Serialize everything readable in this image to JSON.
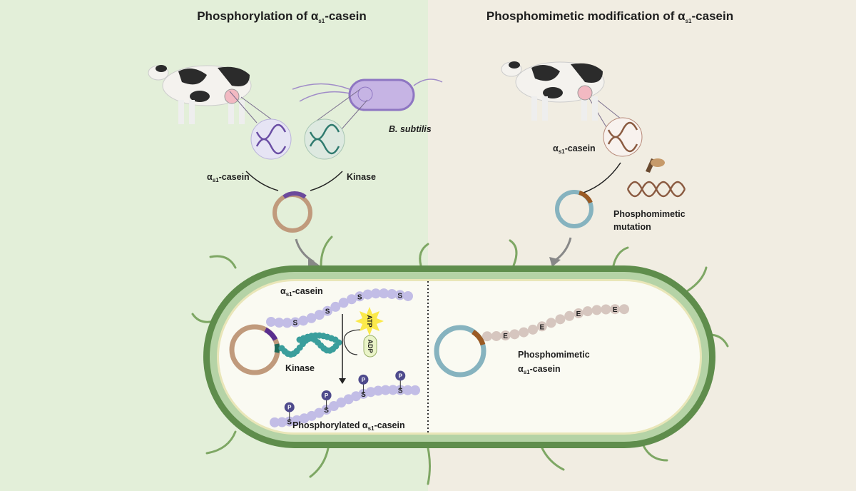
{
  "left": {
    "title": {
      "pre": "Phosphorylation of α",
      "sub": "s1",
      "post": "-casein"
    },
    "bacterium_label": "B. subtilis",
    "casein_label": {
      "pre": "α",
      "sub": "s1",
      "post": "-casein"
    },
    "kinase_label": "Kinase",
    "cell": {
      "casein_label": {
        "pre": "α",
        "sub": "s1",
        "post": "-casein"
      },
      "kinase_label": "Kinase",
      "atp": "ATP",
      "adp": "ADP",
      "residue": "S",
      "phosphate": "P",
      "product_label": {
        "pre": "Phosphorylated α",
        "sub": "s1",
        "post": "-casein"
      }
    }
  },
  "right": {
    "title": {
      "pre": "Phosphomimetic modification of α",
      "sub": "s1",
      "post": "-casein"
    },
    "casein_label": {
      "pre": "α",
      "sub": "s1",
      "post": "-casein"
    },
    "mutation_label": [
      "Phosphomimetic",
      "mutation"
    ],
    "cell": {
      "residue": "E",
      "product_label": [
        "Phosphomimetic",
        {
          "pre": "α",
          "sub": "s1",
          "post": "-casein"
        }
      ]
    }
  },
  "colors": {
    "left_bg": "#e3efd9",
    "right_bg": "#f1ede2",
    "cell_outer": "#5f8d4c",
    "cell_inner": "#b5d3a6",
    "casein_bead": "#c2bde6",
    "kinase_bead": "#3a9e9c",
    "mimetic_bead": "#d6c6bf",
    "phosphate": "#4e4a8c",
    "plasmid_left": "#c09a7c",
    "plasmid_right": "#86b3bf"
  }
}
